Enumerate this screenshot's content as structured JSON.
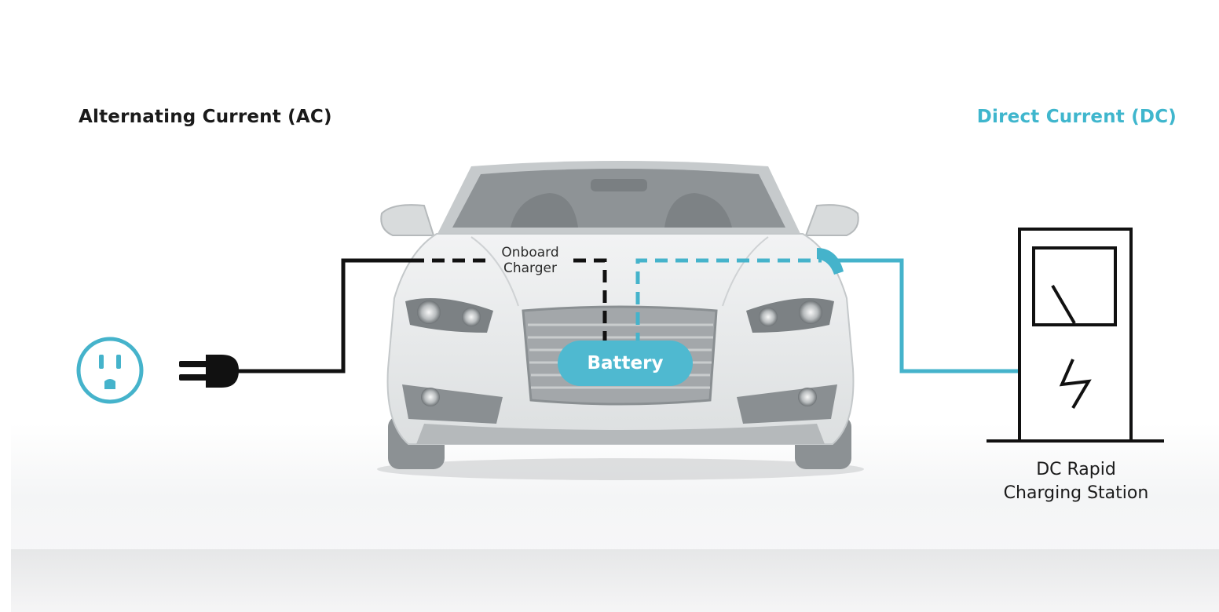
{
  "headings": {
    "ac": "Alternating Current (AC)",
    "dc": "Direct Current (DC)"
  },
  "labels": {
    "onboard_charger": [
      "Onboard",
      "Charger"
    ],
    "battery": "Battery",
    "dc_station": [
      "DC Rapid",
      "Charging Station"
    ]
  },
  "colors": {
    "ac_line": "#111111",
    "dc_line": "#45b3cb",
    "battery_fill": "#4fb9d0",
    "outlet": "#45b3cb",
    "car_body": "#e9ebec",
    "car_glass": "#8e9396",
    "ground": "#f3f4f5"
  },
  "icons": {
    "outlet": "wall-outlet-icon",
    "plug": "plug-icon",
    "station": "dc-charging-station-icon",
    "bolt": "lightning-bolt-icon",
    "gauge": "gauge-icon",
    "car": "car-front-illustration"
  }
}
